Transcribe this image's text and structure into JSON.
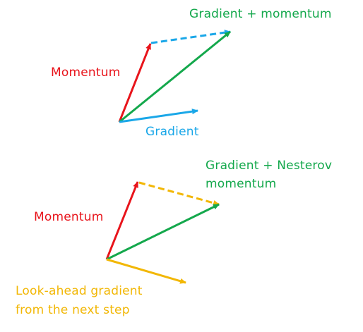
{
  "colors": {
    "momentum": "#e8141b",
    "combined": "#14a84c",
    "gradient": "#1aa7e8",
    "lookahead": "#f2b705"
  },
  "top_diagram": {
    "momentum_label": "Momentum",
    "gradient_label": "Gradient",
    "result_label": "Gradient + momentum"
  },
  "bottom_diagram": {
    "momentum_label": "Momentum",
    "result_label_line1": "Gradient + Nesterov",
    "result_label_line2": "momentum",
    "lookahead_label_line1": "Look-ahead gradient",
    "lookahead_label_line2": "from the next step"
  }
}
